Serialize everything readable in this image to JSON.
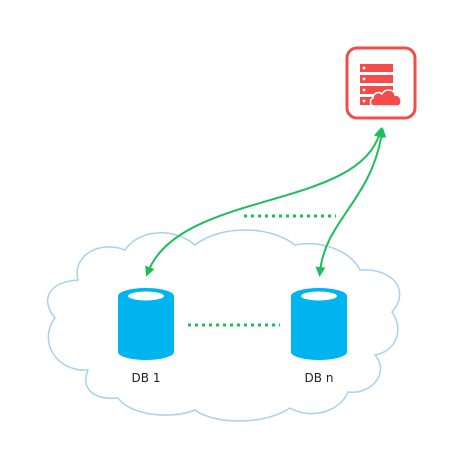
{
  "diagram": {
    "server": {
      "icon": "cloud-server-icon",
      "color": "#f24d4a"
    },
    "cloud": {
      "icon": "cloud-outline",
      "color": "#a6d2f0"
    },
    "databases": [
      {
        "label": "DB 1",
        "icon": "database-icon",
        "color": "#00b4ef"
      },
      {
        "label": "DB n",
        "icon": "database-icon",
        "color": "#00b4ef"
      }
    ],
    "connector_color": "#1dbf5a"
  }
}
